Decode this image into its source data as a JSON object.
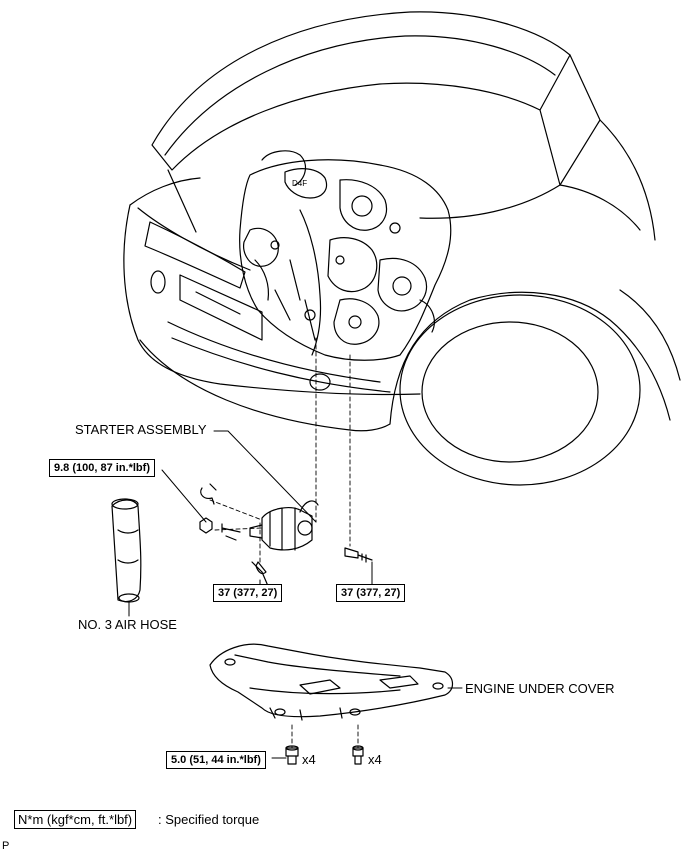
{
  "labels": {
    "starter_assembly": "STARTER ASSEMBLY",
    "no3_air_hose": "NO. 3 AIR HOSE",
    "engine_under_cover": "ENGINE UNDER COVER"
  },
  "torques": {
    "starter_nut": "9.8 (100, 87 in.*lbf)",
    "starter_bolt_left": "37 (377, 27)",
    "starter_bolt_right": "37 (377, 27)",
    "cover_bolt": "5.0 (51, 44 in.*lbf)"
  },
  "quantities": {
    "cover_bolts_left": "x4",
    "cover_bolts_right": "x4"
  },
  "legend": {
    "unit_box": "N*m (kgf*cm, ft.*lbf)",
    "description": ": Specified torque"
  },
  "corner_mark": "P"
}
